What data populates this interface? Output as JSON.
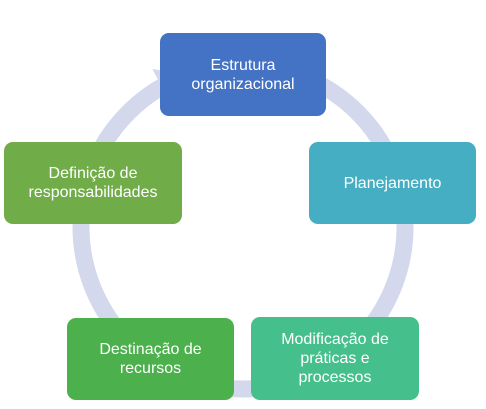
{
  "diagram": {
    "type": "cycle",
    "colors": {
      "ring": "#d3d8ec",
      "background": "#ffffff",
      "text": "#ffffff"
    },
    "nodes": [
      {
        "label": "Estrutura\norganizacional",
        "color": "#4472c4"
      },
      {
        "label": "Planejamento",
        "color": "#45aec2"
      },
      {
        "label": "Modificação de\npráticas e\nprocessos",
        "color": "#45bf8b"
      },
      {
        "label": "Destinação de\nrecursos",
        "color": "#4cb04d"
      },
      {
        "label": "Definição de\nresponsabilidades",
        "color": "#70ac47"
      }
    ]
  }
}
